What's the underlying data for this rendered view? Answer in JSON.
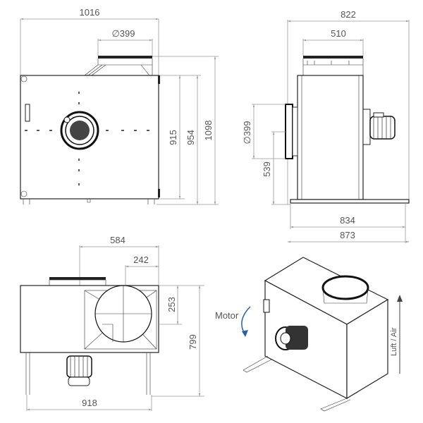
{
  "title": "Fan box dimensional drawing",
  "front_view": {
    "width": "1016",
    "inlet_diameter": "∅399",
    "h1": "915",
    "h2": "954",
    "h3": "1098"
  },
  "side_view": {
    "width": "822",
    "inlet_width": "510",
    "outlet_diameter": "∅399",
    "outlet_height": "539",
    "base1": "834",
    "base2": "873"
  },
  "top_view": {
    "d1": "584",
    "d2": "242",
    "d3": "253",
    "depth": "799",
    "width": "918"
  },
  "iso_view": {
    "motor_label": "Motor",
    "airflow_label": "Luft / Air"
  }
}
